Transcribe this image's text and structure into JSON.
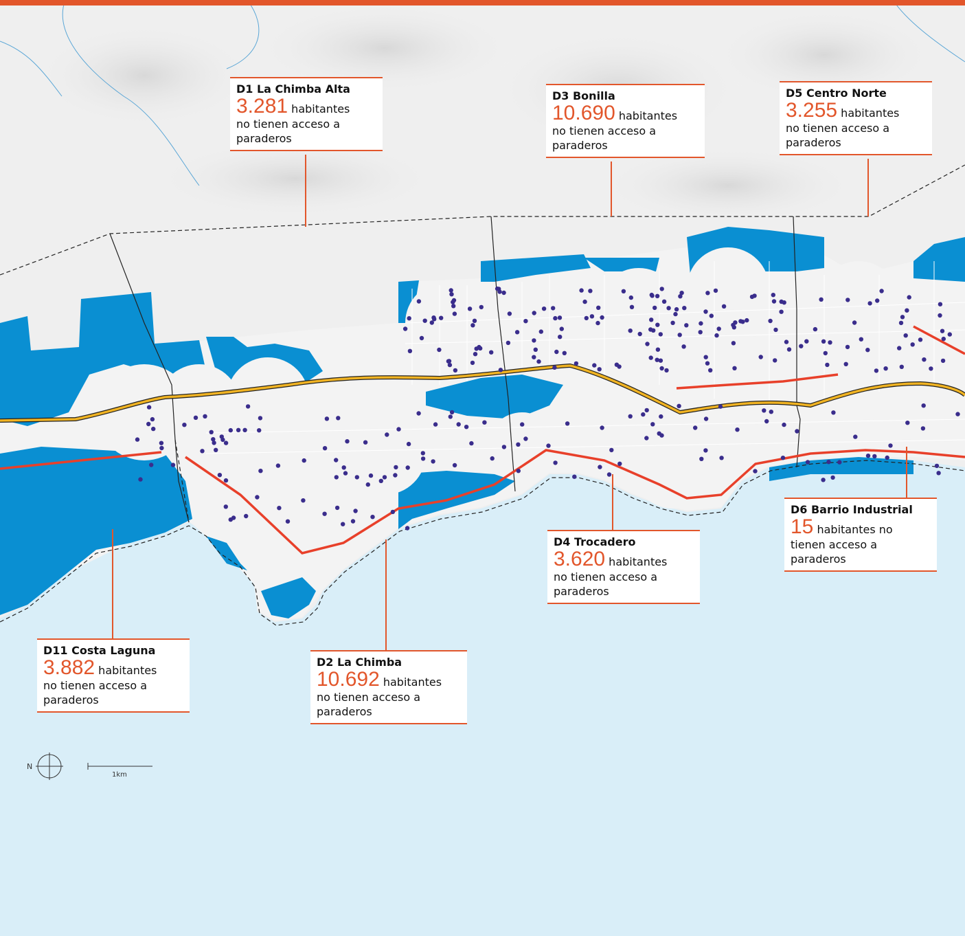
{
  "colors": {
    "accent": "#e2562b",
    "sea": "#d9eef8",
    "land": "#f4f4f4",
    "uncovered_area": "#0a8fd2",
    "stop_point": "#3a2d8c",
    "main_road": "#f0b323",
    "secondary_road": "#e8402a"
  },
  "districts": [
    {
      "id": "d1",
      "name": "D1 La Chimba Alta",
      "value": "3.281",
      "unit": "habitantes",
      "note": "no tienen acceso a paraderos"
    },
    {
      "id": "d3",
      "name": "D3 Bonilla",
      "value": "10.690",
      "unit": "habitantes",
      "note": "no tienen acceso a paraderos"
    },
    {
      "id": "d5",
      "name": "D5 Centro Norte",
      "value": "3.255",
      "unit": "habitantes",
      "note": "no tienen acceso a paraderos"
    },
    {
      "id": "d6",
      "name": "D6 Barrio Industrial",
      "value": "15",
      "unit": "habitantes no",
      "note": "tienen acceso a paraderos"
    },
    {
      "id": "d4",
      "name": "D4 Trocadero",
      "value": "3.620",
      "unit": "habitantes",
      "note": "no tienen acceso a paraderos"
    },
    {
      "id": "d2",
      "name": "D2 La Chimba",
      "value": "10.692",
      "unit": "habitantes",
      "note": "no tienen acceso a paraderos"
    },
    {
      "id": "d11",
      "name": "D11 Costa Laguna",
      "value": "3.882",
      "unit": "habitantes",
      "note": "no tienen acceso a paraderos"
    }
  ],
  "legend": {
    "north_label": "N",
    "scale_label": "1km"
  }
}
